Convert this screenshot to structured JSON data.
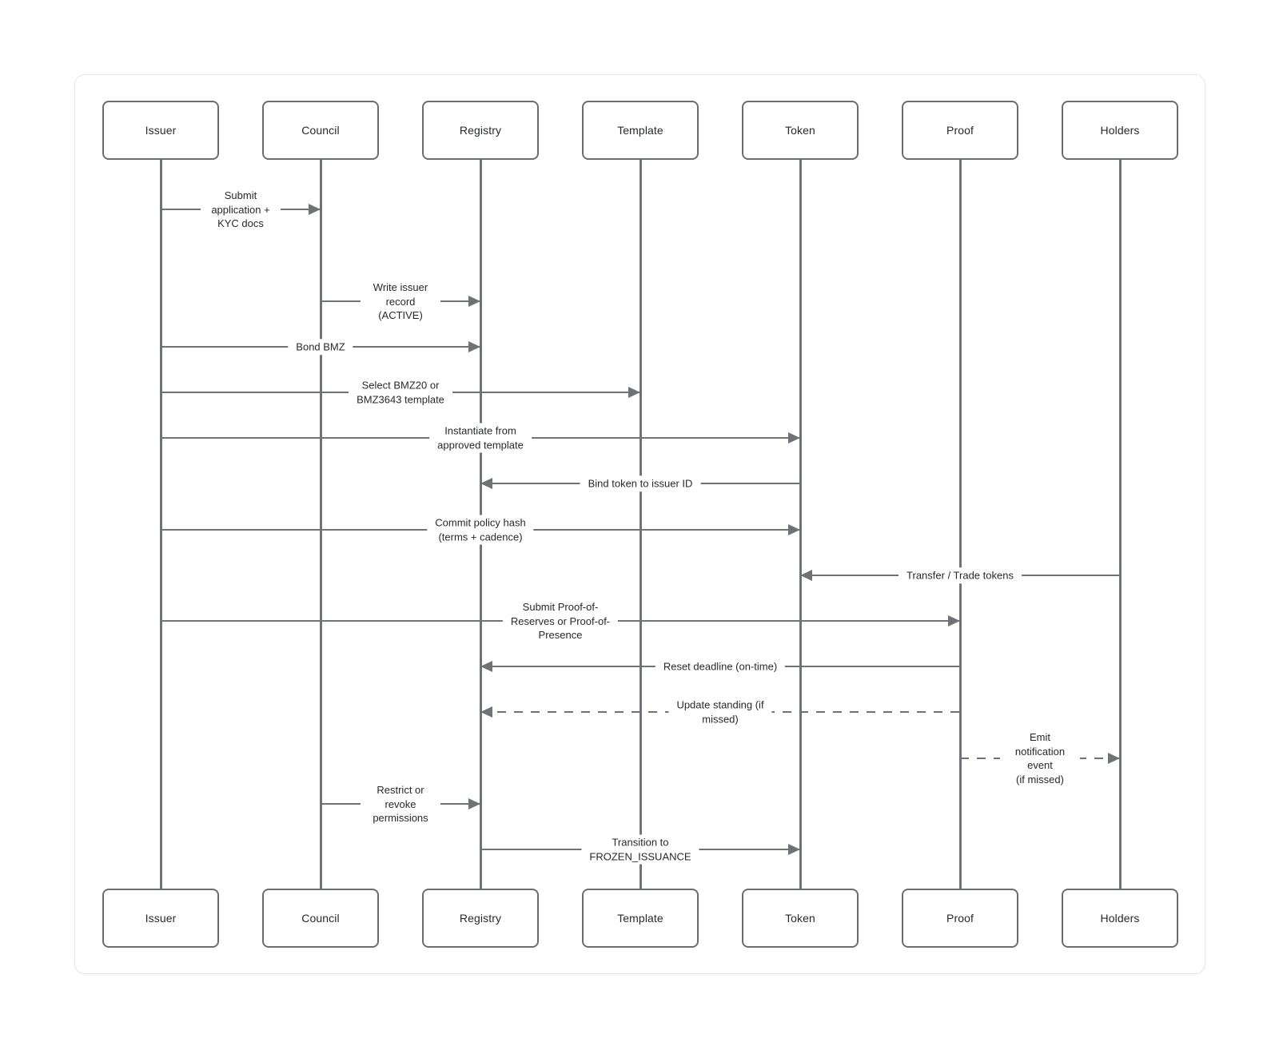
{
  "colors": {
    "line": "#6f7377",
    "text": "#26292e",
    "actor-border": "#6a6e73",
    "card-border": "#e5e7eb",
    "card-bg": "#ffffff",
    "page-bg": "#ffffff"
  },
  "actors": [
    {
      "name": "Issuer"
    },
    {
      "name": "Council"
    },
    {
      "name": "Registry"
    },
    {
      "name": "Template"
    },
    {
      "name": "Token"
    },
    {
      "name": "Proof"
    },
    {
      "name": "Holders"
    }
  ],
  "messages": [
    {
      "from": "Issuer",
      "to": "Council",
      "type": "solid",
      "label": "Submit application +\nKYC docs"
    },
    {
      "from": "Council",
      "to": "Registry",
      "type": "solid",
      "label": "Write issuer record\n(ACTIVE)"
    },
    {
      "from": "Issuer",
      "to": "Registry",
      "type": "solid",
      "label": "Bond BMZ"
    },
    {
      "from": "Issuer",
      "to": "Template",
      "type": "solid",
      "label": "Select BMZ20 or\nBMZ3643 template"
    },
    {
      "from": "Issuer",
      "to": "Token",
      "type": "solid",
      "label": "Instantiate from\napproved template"
    },
    {
      "from": "Token",
      "to": "Registry",
      "type": "solid",
      "label": "Bind token to issuer ID"
    },
    {
      "from": "Issuer",
      "to": "Token",
      "type": "solid",
      "label": "Commit policy hash\n(terms + cadence)"
    },
    {
      "from": "Holders",
      "to": "Token",
      "type": "solid",
      "label": "Transfer / Trade tokens"
    },
    {
      "from": "Issuer",
      "to": "Proof",
      "type": "solid",
      "label": "Submit Proof-of-\nReserves or Proof-of-\nPresence"
    },
    {
      "from": "Proof",
      "to": "Registry",
      "type": "solid",
      "label": "Reset deadline (on-time)"
    },
    {
      "from": "Proof",
      "to": "Registry",
      "type": "dashed",
      "label": "Update standing (if\nmissed)"
    },
    {
      "from": "Proof",
      "to": "Holders",
      "type": "dashed",
      "label": "Emit notification event\n(if missed)"
    },
    {
      "from": "Council",
      "to": "Registry",
      "type": "solid",
      "label": "Restrict or revoke\npermissions"
    },
    {
      "from": "Registry",
      "to": "Token",
      "type": "solid",
      "label": "Transition to\nFROZEN_ISSUANCE"
    }
  ]
}
